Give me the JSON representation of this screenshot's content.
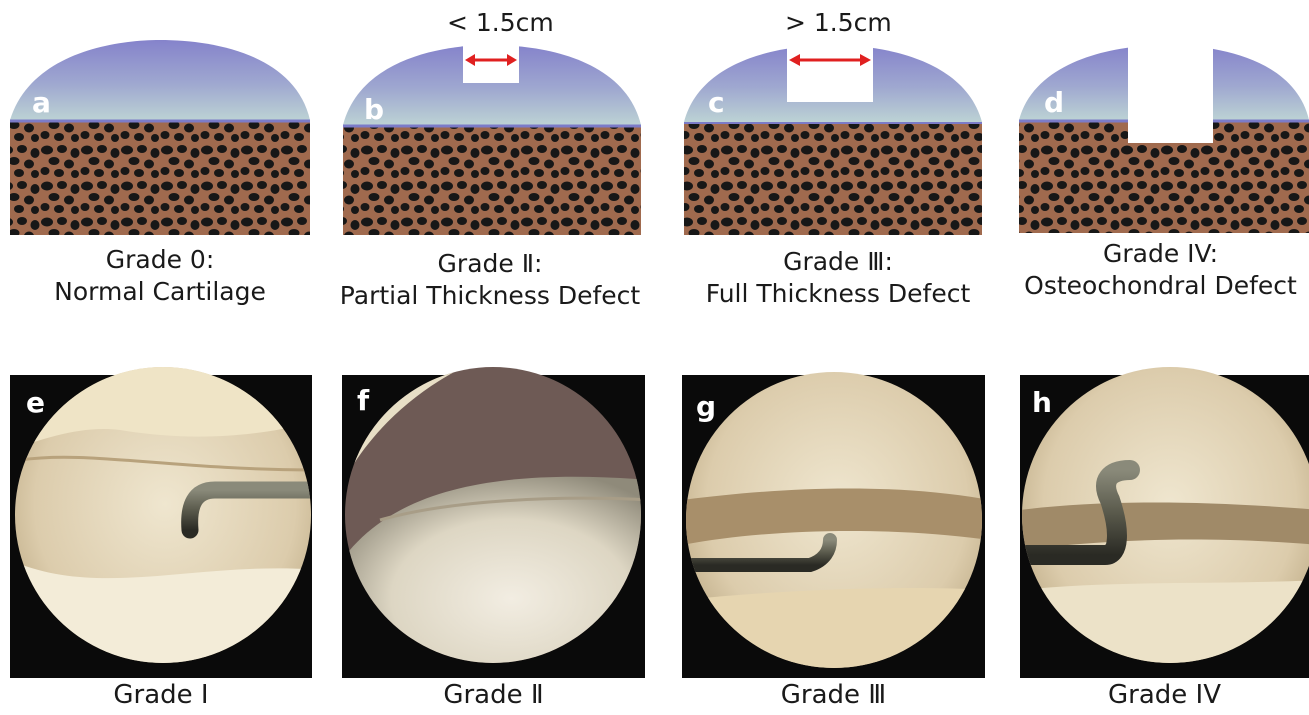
{
  "panels": [
    {
      "letter": "a",
      "title": "Grade 0:",
      "subtitle": "Normal Cartilage",
      "dimension": ""
    },
    {
      "letter": "b",
      "title": "Grade Ⅱ:",
      "subtitle": "Partial Thickness Defect",
      "dimension": "< 1.5cm"
    },
    {
      "letter": "c",
      "title": "Grade Ⅲ:",
      "subtitle": "Full Thickness Defect",
      "dimension": "> 1.5cm"
    },
    {
      "letter": "d",
      "title": "Grade IV:",
      "subtitle": "Osteochondral Defect",
      "dimension": ""
    }
  ],
  "photos": [
    {
      "letter": "e",
      "caption": "Grade Ⅰ"
    },
    {
      "letter": "f",
      "caption": "Grade Ⅱ"
    },
    {
      "letter": "g",
      "caption": "Grade Ⅲ"
    },
    {
      "letter": "h",
      "caption": "Grade IV"
    }
  ],
  "colors": {
    "cartilage_top": "#8886cc",
    "cartilage_bottom": "#b9cfd3",
    "surface_line": "#7b7bc8",
    "bone": "#a06a4e",
    "bone_hole": "#171717",
    "arrow": "#e02020",
    "photo_bg": "#0a0a0a",
    "tissue": "#e8dcc0"
  }
}
